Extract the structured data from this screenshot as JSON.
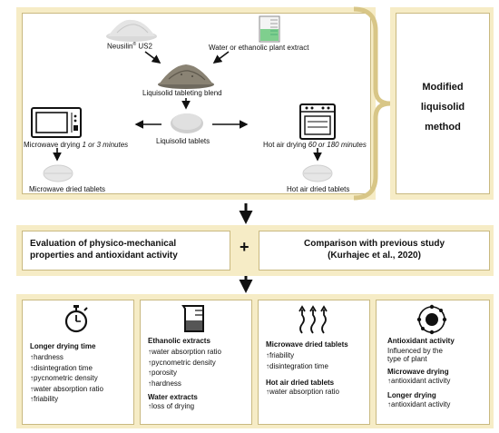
{
  "top": {
    "neusilin": "Neusilin",
    "neusilin_sup": "®",
    "neusilin_suffix": " US2",
    "extract": "Water or ethanolic plant extract",
    "blend": "Liquisolid tableting blend",
    "tablets": "Liquisolid tablets",
    "microwave_prefix": "Microwave drying ",
    "microwave_em": "1 or 3 minutes",
    "hotair_prefix": "Hot air drying ",
    "hotair_em": "60 or 180 minutes",
    "microwave_dried": "Microwave dried tablets",
    "hotair_dried": "Hot air dried tablets",
    "method_title": "Modified liquisolid method"
  },
  "middle": {
    "left": "Evaluation of physico-mechanical properties and antioxidant activity",
    "plus": "+",
    "right_line1": "Comparison with previous study",
    "right_line2": "(Kurhajec et al., 2020)"
  },
  "cards": {
    "c1": {
      "title": "Longer drying time",
      "items": [
        "hardness",
        "disintegration time",
        "pycnometric density",
        "water absorption ratio",
        "friability"
      ]
    },
    "c2": {
      "title": "Ethanolic extracts",
      "items": [
        "water absorption ratio",
        "pycnometric density",
        "porosity",
        "hardness"
      ],
      "title2": "Water extracts",
      "items2": [
        "loss of drying"
      ]
    },
    "c3": {
      "title": "Microwave dried tablets",
      "items": [
        "friability",
        "disintegration time"
      ],
      "title2": "Hot air dried tablets",
      "items2": [
        "water absorption ratio"
      ]
    },
    "c4": {
      "title": "Antioxidant activity",
      "note": "Influenced by the type of plant",
      "title2": "Microwave drying",
      "items2": [
        "antioxidant activity"
      ],
      "title3": "Longer drying",
      "items3": [
        "antioxidant activity"
      ]
    }
  }
}
